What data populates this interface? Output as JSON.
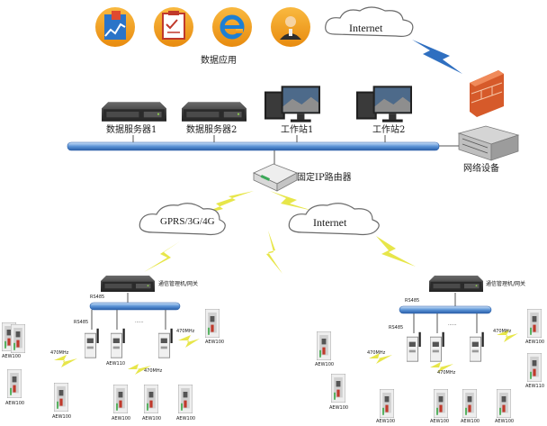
{
  "labels": {
    "data_app": "数据应用",
    "internet_top": "Internet",
    "server1": "数据服务器1",
    "server2": "数据服务器2",
    "workstation1": "工作站1",
    "workstation2": "工作站2",
    "network_device": "网络设备",
    "router": "固定IP路由器",
    "cloud_gprs": "GPRS/3G/4G",
    "cloud_internet": "Internet",
    "comm_mgr_left": "通信管理机/网关",
    "comm_mgr_right": "通信管理机/网关",
    "rs485_left_a": "RS485",
    "rs485_left_b": "RS485",
    "rs485_right_a": "RS485",
    "rs485_right_b": "RS485",
    "ellipsis_left": "......",
    "ellipsis_right": "......",
    "mhz_l1": "470MHz",
    "mhz_l2": "470MHz",
    "mhz_l3": "470MHz",
    "mhz_r1": "470MHz",
    "mhz_r2": "470MHz",
    "mhz_r3": "470MHz",
    "aew_l1": "AEW100",
    "aew_l2": "AEW100",
    "aew_l3": "AEW100",
    "aew_l4": "AEW100",
    "aew_l5": "AEW100",
    "aew_l6": "AEW100",
    "aew_l7": "AEW100",
    "aew_l8": "AEW110",
    "aew_r1": "AEW100",
    "aew_r2": "AEW100",
    "aew_r3": "AEW100",
    "aew_r4": "AEW100",
    "aew_r5": "AEW100",
    "aew_r6": "AEW100",
    "aew_r7": "AEW100",
    "aew_r8": "AEW110"
  },
  "colors": {
    "lightning": "#e7e64a",
    "bus_bar": "#2f6fc0",
    "bus_bar_light": "#9fc4ee",
    "app_icon_bg": "#f3a21c",
    "firewall": "#d65a2a"
  },
  "icons": [
    "finance-chart-icon",
    "checklist-icon",
    "ie-browser-icon",
    "user-avatar-icon",
    "firewall-icon",
    "router-icon",
    "server-icon",
    "workstation-icon",
    "sensor-device-icon"
  ]
}
